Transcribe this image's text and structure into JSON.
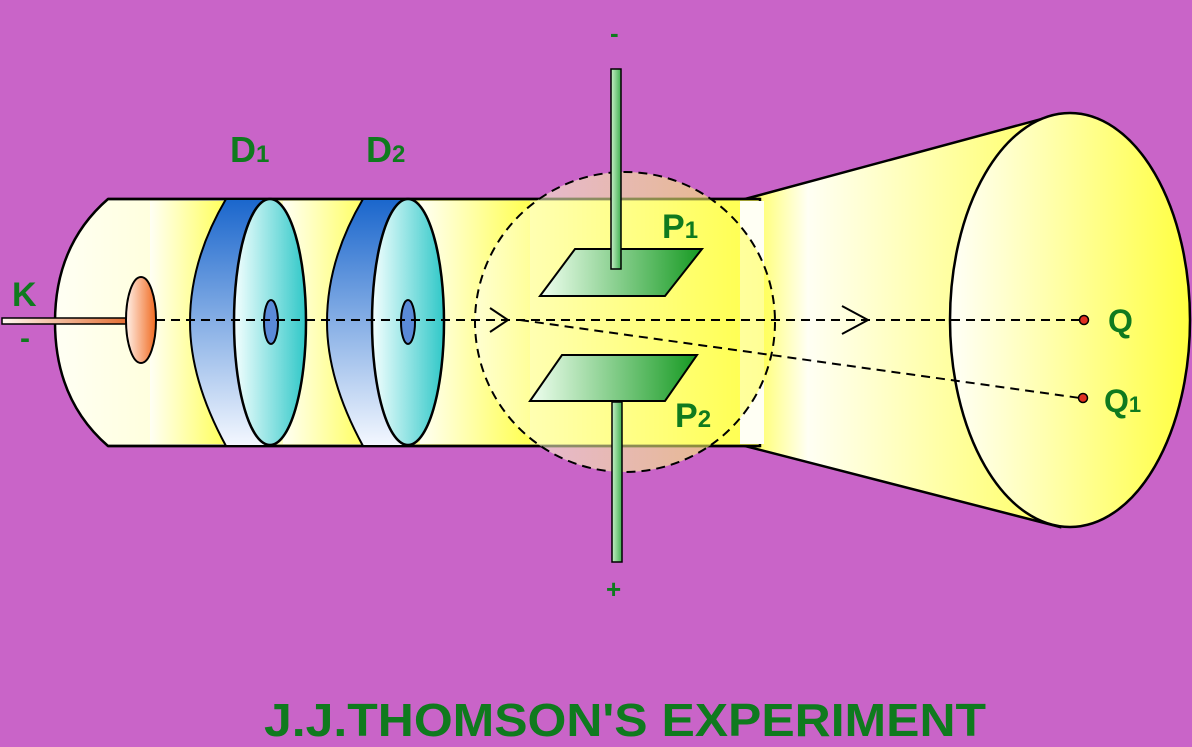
{
  "title": "J.J.THOMSON'S EXPERIMENT",
  "colors": {
    "background": "#c964c8",
    "label": "#0f7a1e",
    "tube_light": "#fffff0",
    "tube_yellow": "#ffff40",
    "disc_blue": "#1e6fd0",
    "disc_cyan": "#40cccc",
    "plate_green": "#1a9a2a",
    "cathode_orange": "#f07030",
    "spot_red": "#e03020"
  },
  "labels": {
    "cathode": "K",
    "cathode_sign": "-",
    "d1": "D",
    "d1_sub": "1",
    "d2": "D",
    "d2_sub": "2",
    "p1": "P",
    "p1_sub": "1",
    "p2": "P",
    "p2_sub": "2",
    "top_sign": "-",
    "bottom_sign": "+",
    "q": "Q",
    "q1": "Q",
    "q1_sub": "1"
  }
}
